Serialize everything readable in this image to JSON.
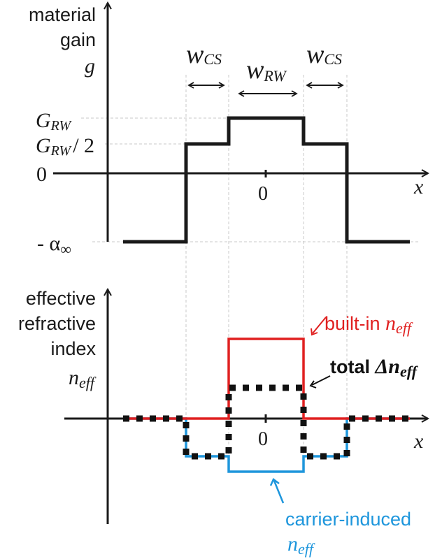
{
  "colors": {
    "axis": "#1a1a1a",
    "builtin": "#e02020",
    "carrier": "#1e96dc",
    "total": "#111111",
    "guide": "#c8c8c8"
  },
  "top_panel": {
    "ylabel_line1": "material",
    "ylabel_line2": "gain",
    "ylabel_symbol": "g",
    "xlabel": "x",
    "x_zero": "0",
    "ticks": {
      "G_main": "G",
      "G_sub": "RW",
      "Ghalf_main": "G",
      "Ghalf_sub": "RW",
      "Ghalf_suffix": "/ 2",
      "zero": "0",
      "alpha_prefix": "- α",
      "alpha_sub": "∞"
    },
    "dimensions": {
      "wcs_left_main": "w",
      "wcs_left_sub": "CS",
      "wrw_main": "w",
      "wrw_sub": "RW",
      "wcs_right_main": "w",
      "wcs_right_sub": "CS"
    }
  },
  "bottom_panel": {
    "ylabel_line1": "effective",
    "ylabel_line2": "refractive",
    "ylabel_line3": "index",
    "ylabel_symbol_main": "n",
    "ylabel_symbol_sub": "eff",
    "xlabel": "x",
    "x_zero": "0",
    "legend": {
      "builtin_text": "built-in ",
      "builtin_main": "n",
      "builtin_sub": "eff",
      "total_text": "total ",
      "total_main": "Δn",
      "total_sub": "eff",
      "carrier_text": "carrier-induced",
      "carrier_main": "n",
      "carrier_sub": "eff"
    }
  },
  "profile_data": {
    "x_regions": [
      "outer-left",
      "cs-left",
      "rw",
      "cs-right",
      "outer-right"
    ],
    "material_gain": [
      "-α∞",
      "G_RW/2",
      "G_RW",
      "G_RW/2",
      "-α∞"
    ],
    "builtin_neff_relative": [
      0,
      0,
      1,
      0,
      0
    ],
    "carrier_neff_relative": [
      0,
      -0.5,
      -0.7,
      -0.5,
      0
    ],
    "total_delta_neff_relative": [
      0,
      -0.5,
      0.55,
      -0.5,
      0
    ]
  }
}
